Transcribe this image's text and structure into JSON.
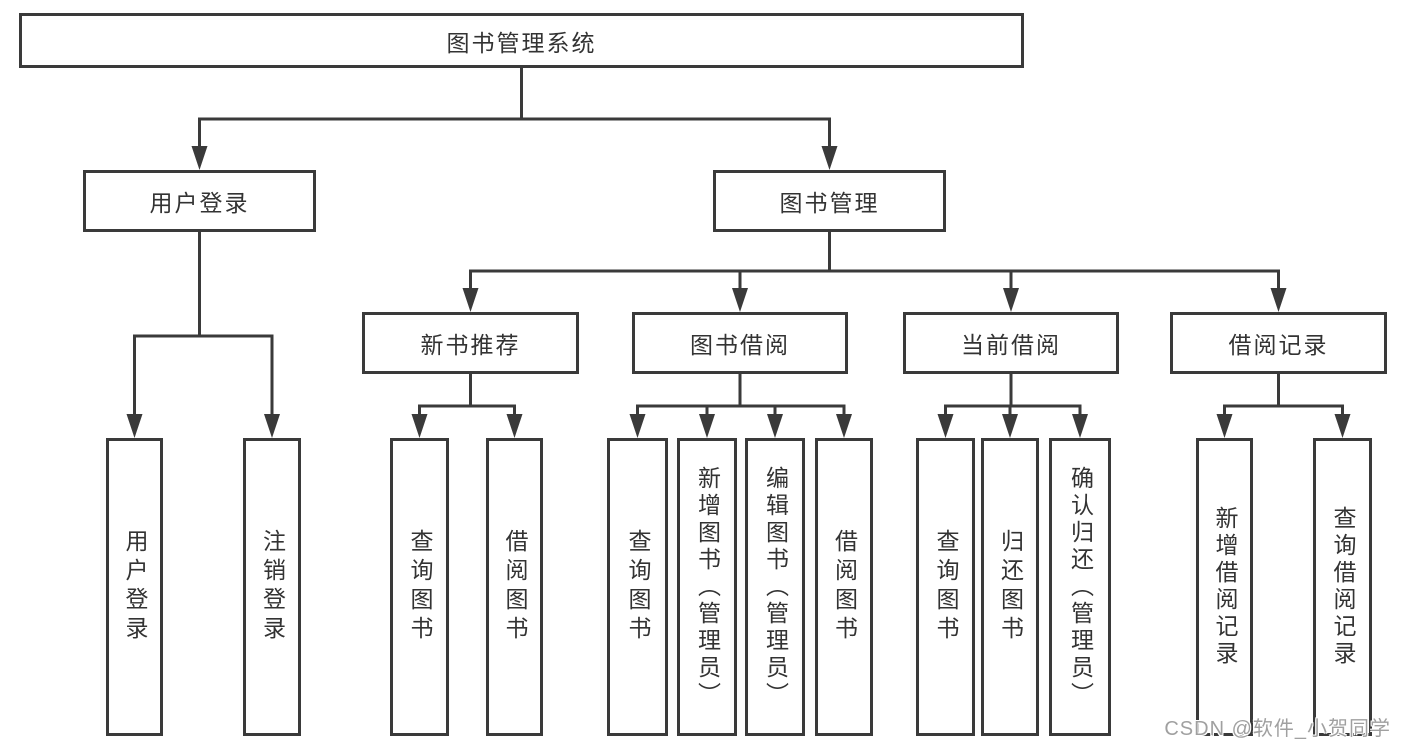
{
  "colors": {
    "line": "#3a3a3a",
    "box_border": "#3a3a3a",
    "text": "#333333",
    "background": "#ffffff",
    "watermark": "#a0a0a0"
  },
  "tree": {
    "root": {
      "label": "图书管理系统",
      "children": [
        {
          "label": "用户登录",
          "children": [
            {
              "label": "用户登录"
            },
            {
              "label": "注销登录"
            }
          ]
        },
        {
          "label": "图书管理",
          "children": [
            {
              "label": "新书推荐",
              "children": [
                {
                  "label": "查询图书"
                },
                {
                  "label": "借阅图书"
                }
              ]
            },
            {
              "label": "图书借阅",
              "children": [
                {
                  "label": "查询图书"
                },
                {
                  "label": "新增图书（管理员）"
                },
                {
                  "label": "编辑图书（管理员）"
                },
                {
                  "label": "借阅图书"
                }
              ]
            },
            {
              "label": "当前借阅",
              "children": [
                {
                  "label": "查询图书"
                },
                {
                  "label": "归还图书"
                },
                {
                  "label": "确认归还（管理员）"
                }
              ]
            },
            {
              "label": "借阅记录",
              "children": [
                {
                  "label": "新增借阅记录"
                },
                {
                  "label": "查询借阅记录"
                }
              ]
            }
          ]
        }
      ]
    }
  },
  "watermark": {
    "text": "CSDN @软件_小贺同学"
  }
}
